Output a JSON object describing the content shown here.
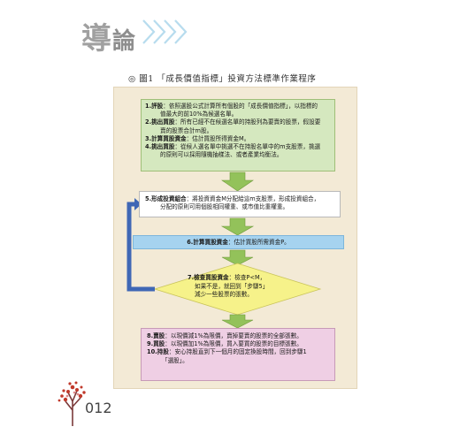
{
  "header": {
    "title_big": "導",
    "title_rest": "論"
  },
  "figure": {
    "caption": "◎ 圖1 「成長價值指標」投資方法標準作業程序"
  },
  "flow": {
    "step1": {
      "line1_bold": "1.評股",
      "line1_rest": "：依照選股公式計算所有個股的「成長價值指標」，以指標的",
      "line1_cont": "值最大的前10%為候選名單。",
      "line2_bold": "2.挑出買股",
      "line2_rest": "：所有已經不在候選名單的持股列為要賣的股票，假設要",
      "line2_cont": "賣的股票合計m股。",
      "line3_bold": "3.計算買股資金",
      "line3_rest": "：估計買股所得資金M。",
      "line4_bold": "4.挑出買股",
      "line4_rest": "：從候人選名單中挑選不在持股名單中的m支股票，挑選",
      "line4_cont": "的原則可以採用隨機抽樣法、或者產業均衡法。"
    },
    "step5": {
      "line1_bold": "5.形成投資組合",
      "line1_rest": "：將投資資金M分配給這m支股票，形成投資組合，",
      "line1_cont": "分配的原則可用個股相同權重、或市值比重權重。"
    },
    "step6": {
      "bold": "6.計算買股資金",
      "rest": "：估計買股所需資金P。"
    },
    "step7": {
      "line1_bold": "7.檢查買股資金",
      "line1_rest": "：檢查P<M，",
      "line2": "如果不是，就回到「步驟5」",
      "line3": "減少一些股票的張數。"
    },
    "step8": {
      "line1_bold": "8.賣股",
      "line1_rest": "：以現價減1%為限價，賣掉要賣的股票的全部張數。",
      "line2_bold": "9.買股",
      "line2_rest": "：以現價加1%為限價，買入要買的股票的目標張數。",
      "line3_bold": "10.持股",
      "line3_rest": "：安心持股直到下一個月的固定換股時間，回到步驟1",
      "line3_cont": "「選股」。"
    }
  },
  "footer": {
    "page_number": "012"
  },
  "colors": {
    "frame_bg": "#f3ead6",
    "step1_bg": "#d5e8bf",
    "step6_bg": "#a6d3ef",
    "step7_bg": "#f6f28a",
    "step8_bg": "#efcfe4",
    "arrow_green": "#93c25a",
    "loop_blue": "#3f67b5"
  }
}
